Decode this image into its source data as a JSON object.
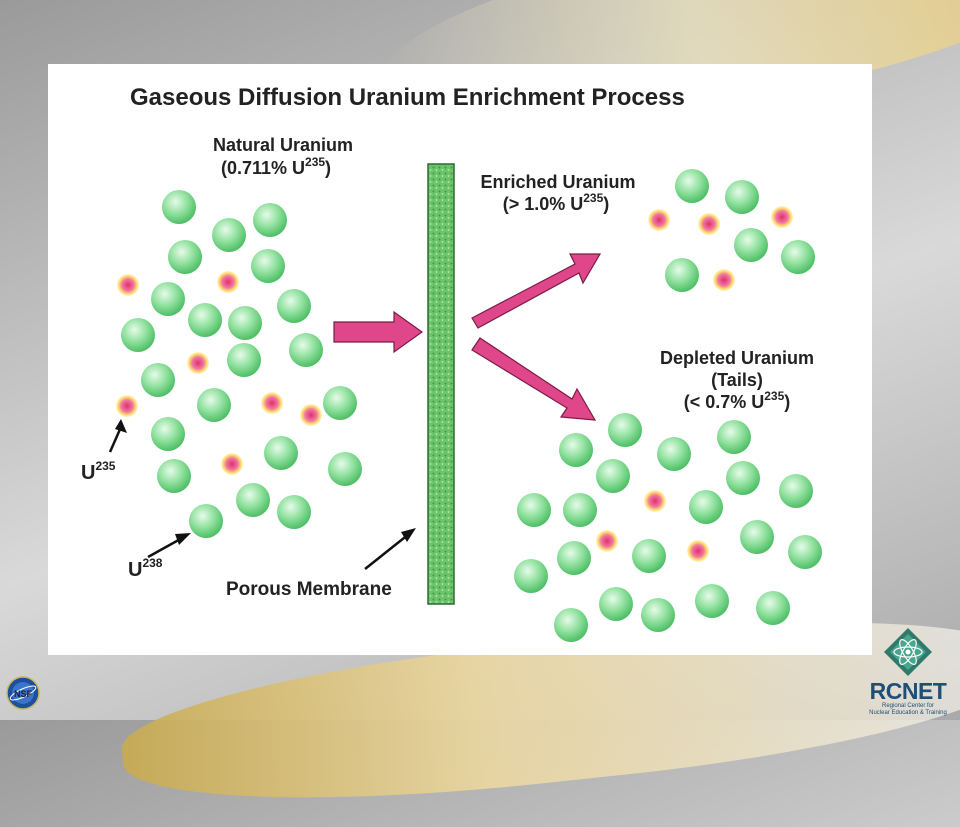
{
  "title": "Gaseous Diffusion Uranium Enrichment Process",
  "labels": {
    "natural_line1": "Natural Uranium",
    "natural_line2": "(0.711% U",
    "enriched_line1": "Enriched Uranium",
    "enriched_line2": "(> 1.0% U",
    "depleted_line1": "Depleted Uranium",
    "depleted_line2": "(Tails)",
    "depleted_line3": "(< 0.7% U",
    "isotope_superscript": "235",
    "close_paren": ")",
    "u235_base": "U",
    "u235_sup": "235",
    "u238_base": "U",
    "u238_sup": "238",
    "membrane": "Porous Membrane"
  },
  "colors": {
    "u238_atom": "#7dd98d",
    "u235_atom": "#e8457a",
    "arrow": "#e0468a",
    "membrane": "#59b85a"
  },
  "logos": {
    "left": "NSF",
    "right_name": "RCNET",
    "right_tagline_1": "Regional Center for",
    "right_tagline_2": "Nuclear Education & Training"
  }
}
